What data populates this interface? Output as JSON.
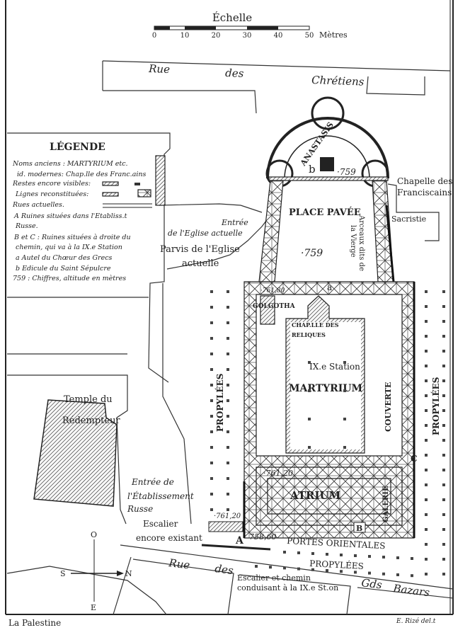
{
  "scale": {
    "title": "Échelle",
    "ticks": [
      "0",
      "10",
      "20",
      "30",
      "40",
      "50"
    ],
    "unit": "Mètres"
  },
  "streets": {
    "top": [
      "Rue",
      "des",
      "Chrétiens"
    ],
    "bottom": [
      "Rue",
      "des",
      "Gds",
      "Bazars"
    ]
  },
  "legend": {
    "title": "LÉGENDE",
    "lines": [
      "Noms anciens : MARTYRIUM etc.",
      "id. modernes: Chap.lle des Franc.ains",
      "Restes encore visibles:",
      "Lignes reconstituées:",
      "Rues actuelles.",
      "A Ruines situées dans l'Etabliss.t",
      "Russe.",
      "B et C : Ruines situées à droite du",
      "chemin, qui va à la IX.e Station",
      "a Autel du Chœur des Grecs",
      "b Edicule du Saint Sépulcre",
      "759 : Chiffres, altitude en mètres"
    ]
  },
  "labels": {
    "anastasis": "ANASTASIS",
    "b": "b",
    "alt759a": "·759",
    "chapelle1": "Chapelle des",
    "chapelle2": "Franciscains",
    "sacristie": "Sacristie",
    "place": "PLACE PAVÉE",
    "arceaux1": "Arceaux dits de",
    "arceaux2": "la Vierge",
    "alt759b": "·759",
    "entree1": "Entrée",
    "entree2": "de l'Eglise actuelle",
    "parvis1": "Parvis de l'Eglise",
    "parvis2": "actuelle",
    "golgotha": "GOLGOTHA",
    "alt761_80": "·761,80",
    "a": "a",
    "reliques1": "CHAP.LLE DES",
    "reliques2": "RELIQUES",
    "station": "IX.e Station",
    "martyrium": "MARTYRIUM",
    "propylees_left": "PROPYLÉES",
    "propylees_right": "PROPYLÉES",
    "couverte": "COUVERTE",
    "galerie": "GALERIE",
    "c": "C",
    "temple1": "Temple du",
    "temple2": "Rédempteur",
    "alt761_20a": "·761,20",
    "atrium": "ATRIUM",
    "etab1": "Entrée de",
    "etab2": "l'Établissement",
    "etab3": "Russe",
    "alt761_20b": "·761,20",
    "escalier1": "Escalier",
    "escalier2": "encore existant",
    "A": "A",
    "alt758_60": "758,60",
    "portes": "PORTES ORIENTALES",
    "B": "B",
    "propylees_bottom": "PROPYLÉES",
    "chemin1": "Escalier et chemin",
    "chemin2": "conduisant à la IX.e St.on"
  },
  "compass": {
    "north": "N",
    "south": "S",
    "west": "O",
    "east": "E"
  },
  "footer": {
    "title": "La Palestine",
    "credit": "E. Rizé del.t"
  }
}
